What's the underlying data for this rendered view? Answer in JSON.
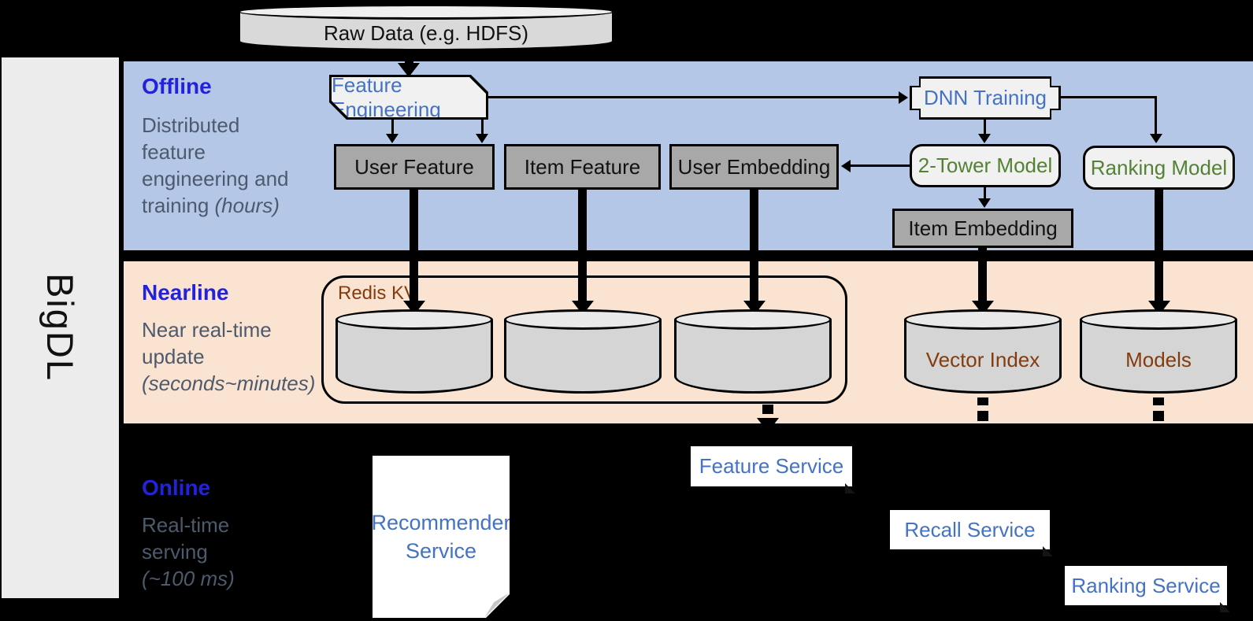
{
  "sidebar": {
    "brand": "BigDL"
  },
  "raw_data": {
    "label": "Raw Data (e.g. HDFS)"
  },
  "sections": {
    "offline": {
      "title": "Offline",
      "desc_lines": [
        "Distributed",
        "feature",
        "engineering and"
      ],
      "desc_tail": "training ",
      "desc_italic": "(hours)"
    },
    "nearline": {
      "title": "Nearline",
      "desc_lines": [
        "Near real-time",
        "update"
      ],
      "desc_italic": "(seconds~minutes)"
    },
    "online": {
      "title": "Online",
      "desc_lines": [
        "Real-time",
        "serving"
      ],
      "desc_italic": "(~100 ms)"
    }
  },
  "offline": {
    "feature_engineering": "Feature Engineering",
    "dnn_training": "DNN Training",
    "user_feature": "User Feature",
    "item_feature": "Item Feature",
    "user_embedding": "User Embedding",
    "two_tower_model": "2-Tower Model",
    "ranking_model": "Ranking Model",
    "item_embedding": "Item Embedding"
  },
  "nearline": {
    "redis_kv": "Redis KV",
    "vector_index": "Vector Index",
    "models": "Models"
  },
  "online": {
    "recommender_service": "Recommender Service",
    "feature_service": "Feature Service",
    "recall_service": "Recall Service",
    "ranking_service": "Ranking Service"
  },
  "colors": {
    "offline_band": "#B4C7E7",
    "nearline_band": "#FBE3D2",
    "section_label_blue": "#2222D8",
    "description_gray": "#4D5A6D",
    "box_text_blue": "#4472C4",
    "model_text_green": "#548235",
    "store_text_brown": "#843C0C",
    "gray_box_fill": "#A8A8A8"
  }
}
